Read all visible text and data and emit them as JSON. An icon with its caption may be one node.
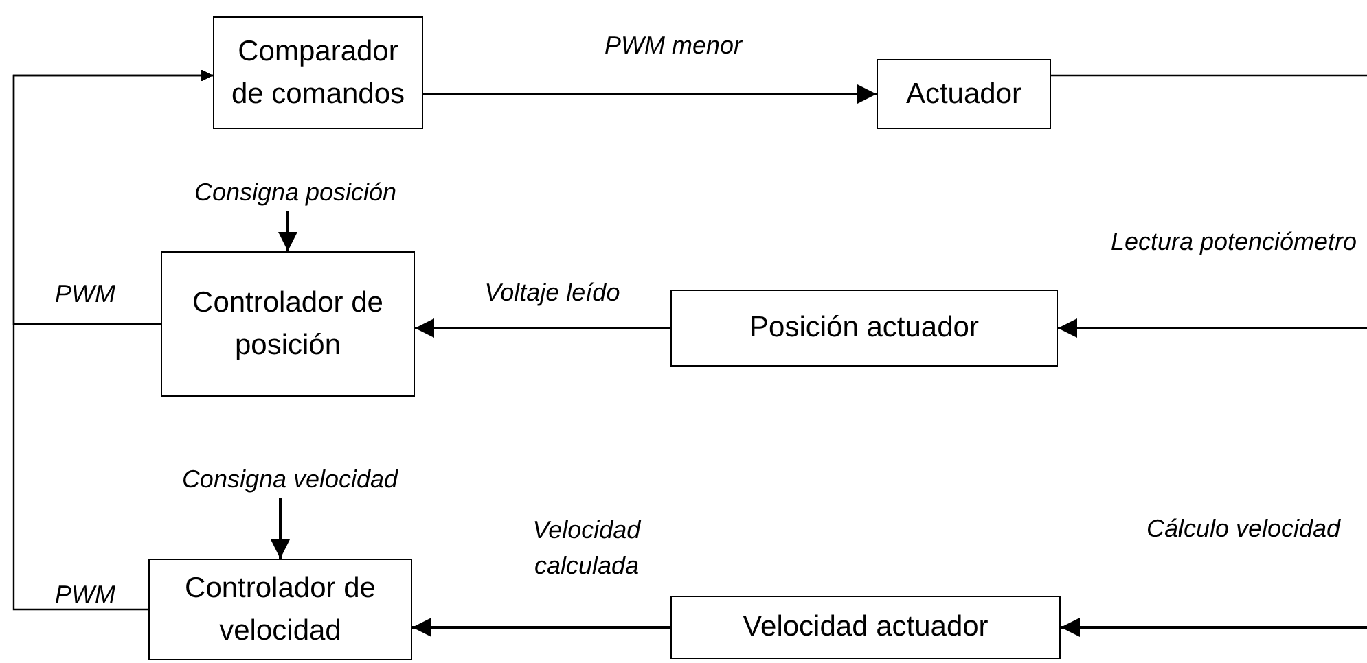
{
  "diagram": {
    "nodes": [
      {
        "text": [
          "Comparador de comandos"
        ]
      },
      {
        "text": [
          "Actuador"
        ]
      },
      {
        "text": [
          "Consigna posición"
        ]
      },
      {
        "text": [
          "Controlador de posición"
        ]
      },
      {
        "text": [
          "Posición actuador"
        ]
      },
      {
        "text": [
          "Consigna velocidad"
        ]
      },
      {
        "text": [
          "Controlador de velocidad"
        ]
      },
      {
        "text": [
          "Velocidad actuador"
        ]
      }
    ],
    "edges": [
      {
        "from": 0,
        "to": 1,
        "arrow": "to",
        "label": "PWM menor"
      },
      {
        "from": 1,
        "to": null,
        "arrow": "none"
      },
      {
        "from": null,
        "to": 4,
        "arrow": "to",
        "label": "Lectura potenciómetro"
      },
      {
        "from": 4,
        "to": 3,
        "arrow": "to",
        "label": "Voltaje leído"
      },
      {
        "from": 2,
        "to": 3,
        "arrow": "to"
      },
      {
        "from": 3,
        "to": 0,
        "arrow": "to",
        "label": "PWM"
      },
      {
        "from": 5,
        "to": 6,
        "arrow": "to"
      },
      {
        "from": null,
        "to": 7,
        "arrow": "to",
        "label": "Cálculo velocidad"
      },
      {
        "from": 7,
        "to": 6,
        "arrow": "to",
        "label": "Velocidad calculada"
      },
      {
        "from": 6,
        "to": 0,
        "arrow": "to",
        "label": "PWM"
      }
    ]
  }
}
